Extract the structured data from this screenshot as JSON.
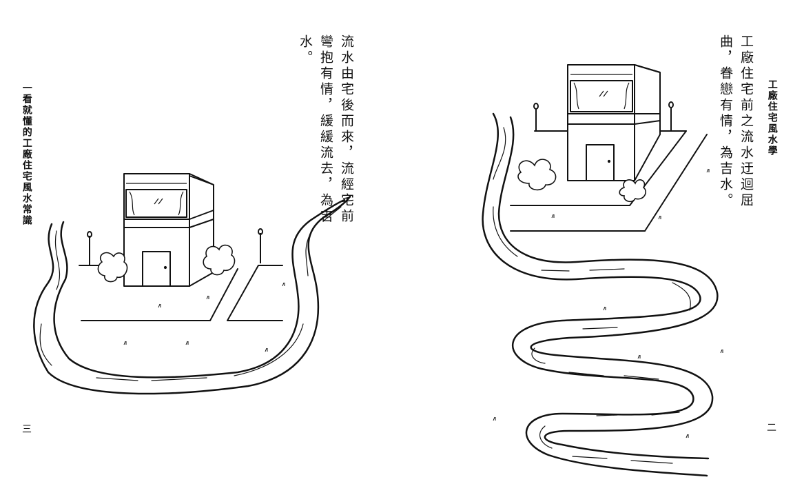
{
  "left_page": {
    "running_header": "一看就懂的工廠住宅風水常識",
    "caption": "流水由宅後而來，流經宅前\n彎抱有情，緩緩流去，為吉\n水。",
    "page_number": "三"
  },
  "right_page": {
    "running_header": "工廠住宅風水學",
    "caption": "工廠住宅前之流水迂迴屈\n曲，眷戀有情，為吉水。",
    "page_number": "二"
  }
}
